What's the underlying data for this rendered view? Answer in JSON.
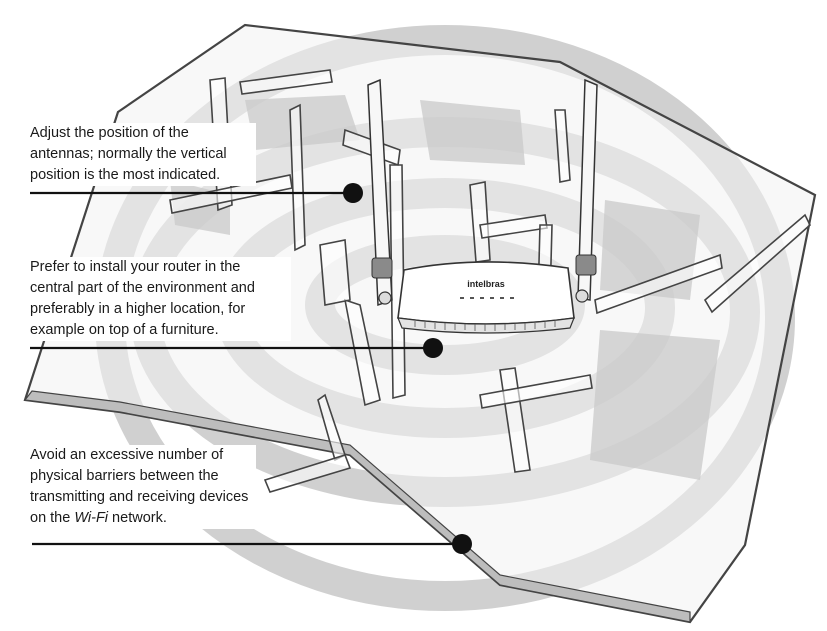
{
  "router": {
    "brand": "intelbras"
  },
  "callouts": {
    "antennas": "Adjust the position of the antennas; normally the vertical position is the most indicated.",
    "placement": "Prefer to install your router in the central part of the environment and preferably in a higher location, for example on top of a furniture.",
    "barriers_before": "Avoid an excessive number of physical barriers between the transmitting and receiving devices on the ",
    "barriers_italic": "Wi-Fi",
    "barriers_after": " network."
  }
}
